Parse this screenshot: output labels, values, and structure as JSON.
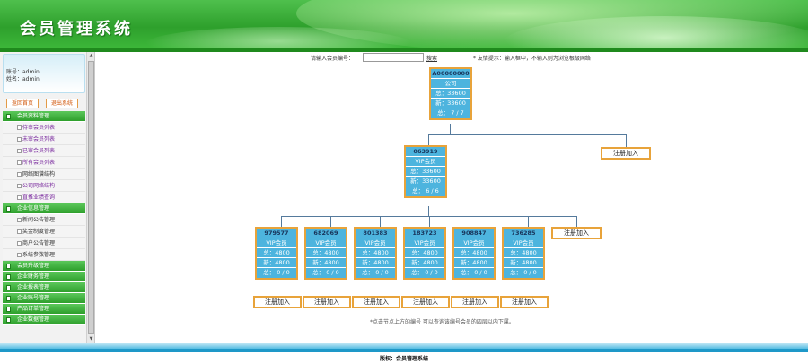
{
  "header": {
    "title": "会员管理系统"
  },
  "sidebar": {
    "user": {
      "account": "账号：admin",
      "name": "姓名：admin"
    },
    "buttons": {
      "home": "返回首页",
      "logout": "退出系统"
    },
    "groups": [
      {
        "label": "会员资料管理",
        "items": [
          "待审会员列表",
          "未审会员列表",
          "已审会员列表",
          "所有会员列表",
          "网络图谱结构",
          "公司网络结构",
          "直推业绩查询"
        ]
      },
      {
        "label": "企业信息管理",
        "items": [
          "新闻公告管理",
          "奖金制度管理",
          "商户公告管理",
          "系统参数管理"
        ]
      },
      {
        "label": "会员升级管理",
        "items": []
      },
      {
        "label": "企业财务管理",
        "items": []
      },
      {
        "label": "企业报表管理",
        "items": []
      },
      {
        "label": "企业账号管理",
        "items": []
      },
      {
        "label": "产品订单管理",
        "items": []
      },
      {
        "label": "企业数据管理",
        "items": []
      }
    ]
  },
  "search": {
    "label": "请输入会员编号：",
    "value": "",
    "button": "搜索",
    "tip": "* 友情提示：输入框中，不输入则为浏览根级网络"
  },
  "tree": {
    "root": {
      "id": "A00000000",
      "title": "公司",
      "total": "总：33600",
      "new": "新：33600",
      "count": "总： 7 / 7"
    },
    "level1": {
      "id": "063919",
      "title": "VIP会员",
      "total": "总：33600",
      "new": "新：33600",
      "count": "总： 6 / 6"
    },
    "level2": [
      {
        "id": "979577",
        "title": "VIP会员",
        "total": "总：4800",
        "new": "新：4800",
        "count": "总： 0 / 0"
      },
      {
        "id": "682069",
        "title": "VIP会员",
        "total": "总：4800",
        "new": "新：4800",
        "count": "总： 0 / 0"
      },
      {
        "id": "801383",
        "title": "VIP会员",
        "total": "总：4800",
        "new": "新：4800",
        "count": "总： 0 / 0"
      },
      {
        "id": "183723",
        "title": "VIP会员",
        "total": "总：4800",
        "new": "新：4800",
        "count": "总： 0 / 0"
      },
      {
        "id": "908847",
        "title": "VIP会员",
        "total": "总：4800",
        "new": "新：4800",
        "count": "总： 0 / 0"
      },
      {
        "id": "736285",
        "title": "VIP会员",
        "total": "总：4800",
        "new": "新：4800",
        "count": "总： 0 / 0"
      }
    ],
    "register_label": "注册加入"
  },
  "footnote": "*点击节点上方的编号 可以查询该编号会员的四层以内下属。",
  "footer": {
    "text": "版权：会员管理系统"
  },
  "colors": {
    "header_green": "#2ea02c",
    "node_blue": "#4db4de",
    "node_border": "#e8a33a",
    "footer_blue": "#1e98c8"
  }
}
